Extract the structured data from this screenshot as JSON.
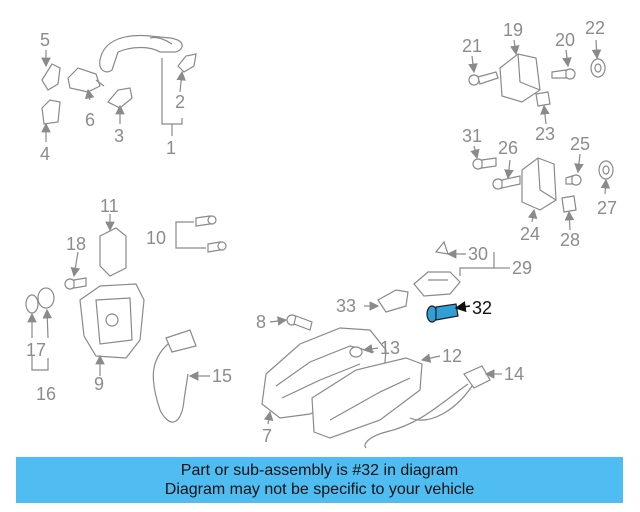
{
  "callouts": {
    "c1": "1",
    "c2": "2",
    "c3": "3",
    "c4": "4",
    "c5": "5",
    "c6": "6",
    "c7": "7",
    "c8": "8",
    "c9": "9",
    "c10": "10",
    "c11": "11",
    "c12": "12",
    "c13": "13",
    "c14": "14",
    "c15": "15",
    "c16": "16",
    "c17": "17",
    "c18": "18",
    "c19": "19",
    "c20": "20",
    "c21": "21",
    "c22": "22",
    "c23": "23",
    "c24": "24",
    "c25": "25",
    "c26": "26",
    "c27": "27",
    "c28": "28",
    "c29": "29",
    "c30": "30",
    "c31": "31",
    "c32": "32",
    "c33": "33"
  },
  "highlight": {
    "part": "32",
    "color": "#2f9fd6"
  },
  "banner": {
    "line1": "Part or sub-assembly is #32 in diagram",
    "line2": "Diagram may not be specific to your vehicle",
    "color": "#4fbdf2"
  }
}
